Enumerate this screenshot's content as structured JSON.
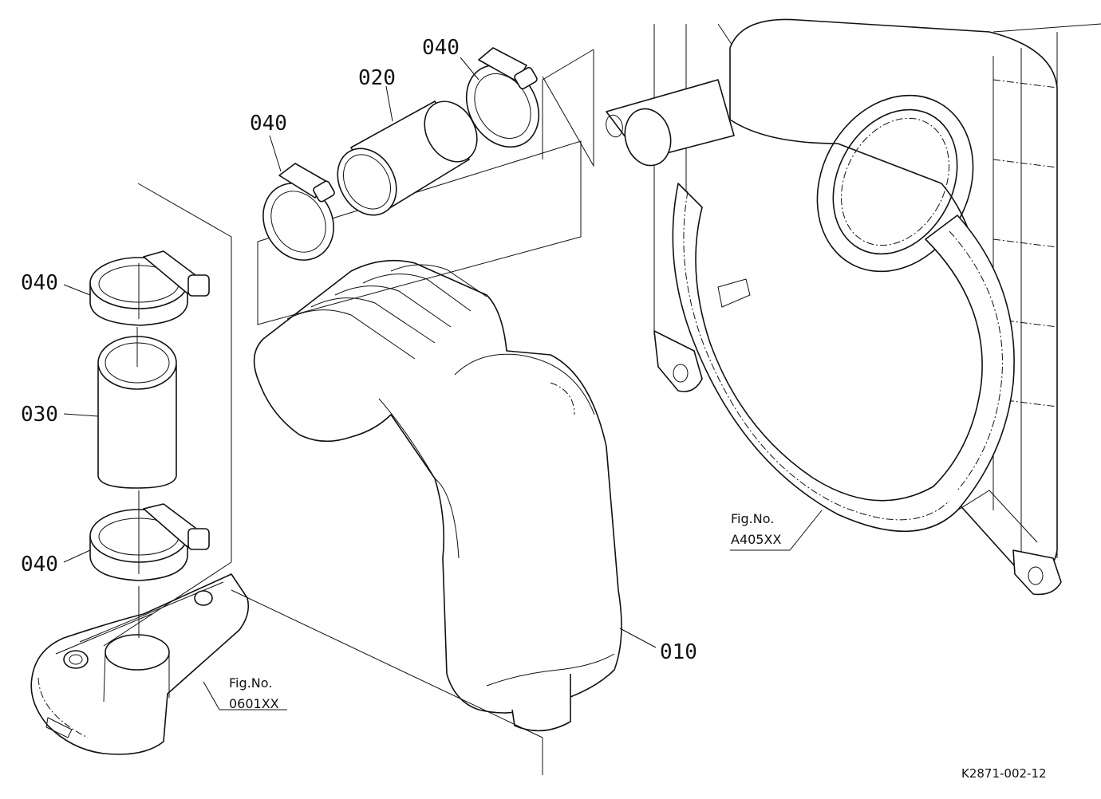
{
  "parts": {
    "p010": "010",
    "p020": "020",
    "p030": "030",
    "p040_top_small": "040",
    "p040_top_right": "040",
    "p040_left_top": "040",
    "p040_left_bottom": "040"
  },
  "references": {
    "fig_a405": {
      "prefix": "Fig.No.",
      "code": "A405XX"
    },
    "fig_0601": {
      "prefix": "Fig.No.",
      "code": "0601XX"
    }
  },
  "drawing_code": "K2871-002-12"
}
